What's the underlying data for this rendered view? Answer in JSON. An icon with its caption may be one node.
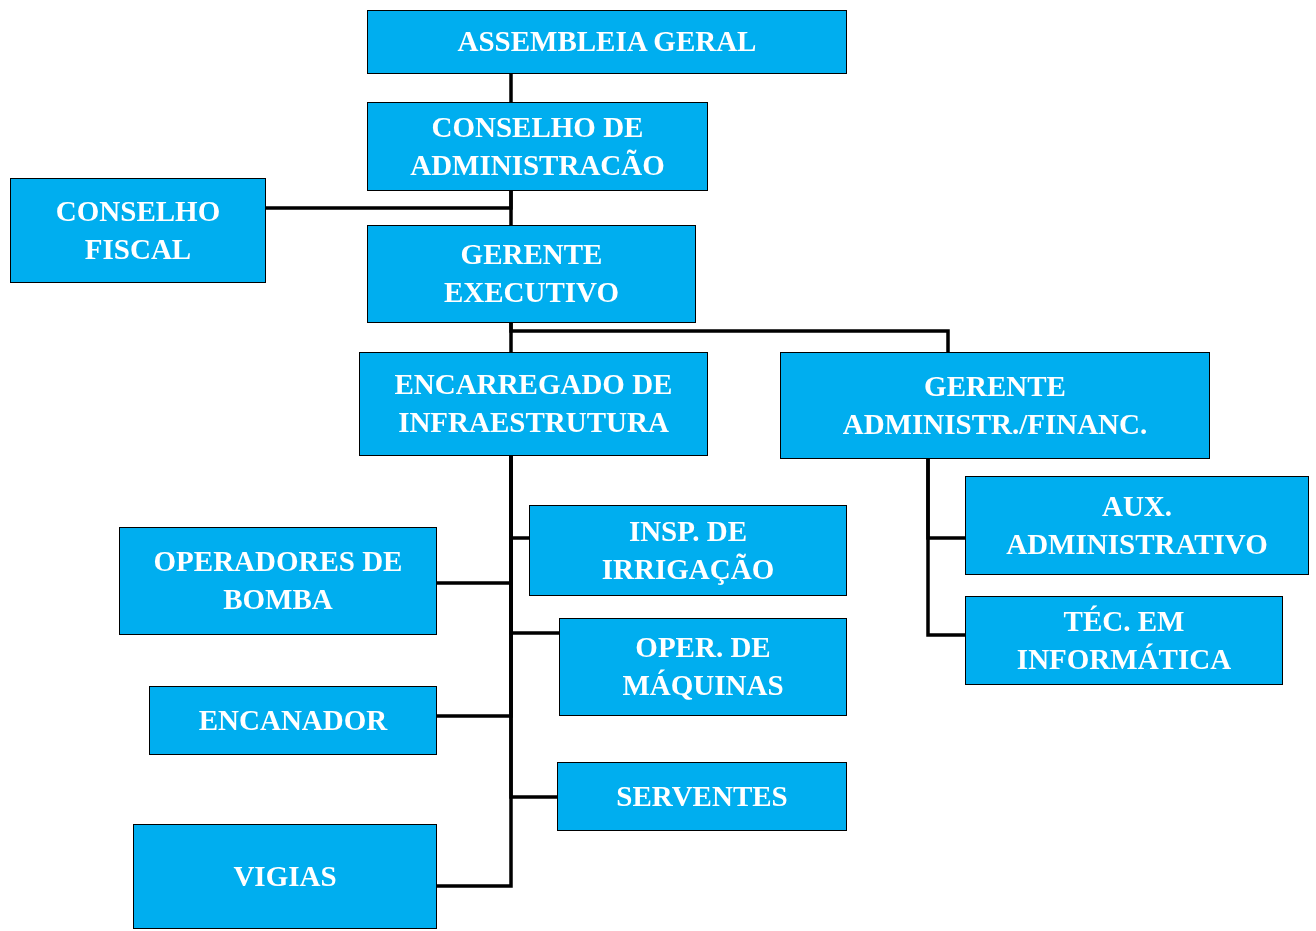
{
  "diagram": {
    "nodes": [
      {
        "text": [
          "ASSEMBLEIA GERAL"
        ]
      },
      {
        "text": [
          "CONSELHO DE ADMINISTRACÃO"
        ]
      },
      {
        "text": [
          "CONSELHO FISCAL"
        ]
      },
      {
        "text": [
          "GERENTE EXECUTIVO"
        ]
      },
      {
        "text": [
          "ENCARREGADO DE INFRAESTRUTURA"
        ]
      },
      {
        "text": [
          "GERENTE ADMINISTR./FINANC."
        ]
      },
      {
        "text": [
          "AUX. ADMINISTRATIVO"
        ]
      },
      {
        "text": [
          "INSP. DE IRRIGAÇÃO"
        ]
      },
      {
        "text": [
          "OPERADORES DE BOMBA"
        ]
      },
      {
        "text": [
          "TÉC. EM INFORMÁTICA"
        ]
      },
      {
        "text": [
          "OPER. DE MÁQUINAS"
        ]
      },
      {
        "text": [
          "ENCANADOR"
        ]
      },
      {
        "text": [
          "SERVENTES"
        ]
      },
      {
        "text": [
          "VIGIAS"
        ]
      }
    ],
    "edges": [
      {
        "from": 0,
        "to": 1,
        "arrow": "none"
      },
      {
        "from": 1,
        "to": 3,
        "arrow": "none"
      },
      {
        "from": 1,
        "to": 2,
        "arrow": "none"
      },
      {
        "from": 3,
        "to": 4,
        "arrow": "none"
      },
      {
        "from": 3,
        "to": 5,
        "arrow": "none"
      },
      {
        "from": 4,
        "to": 7,
        "arrow": "none"
      },
      {
        "from": 4,
        "to": 8,
        "arrow": "none"
      },
      {
        "from": 4,
        "to": 10,
        "arrow": "none"
      },
      {
        "from": 4,
        "to": 11,
        "arrow": "none"
      },
      {
        "from": 4,
        "to": 12,
        "arrow": "none"
      },
      {
        "from": 4,
        "to": 13,
        "arrow": "none"
      },
      {
        "from": 5,
        "to": 6,
        "arrow": "none"
      },
      {
        "from": 5,
        "to": 9,
        "arrow": "none"
      }
    ]
  }
}
